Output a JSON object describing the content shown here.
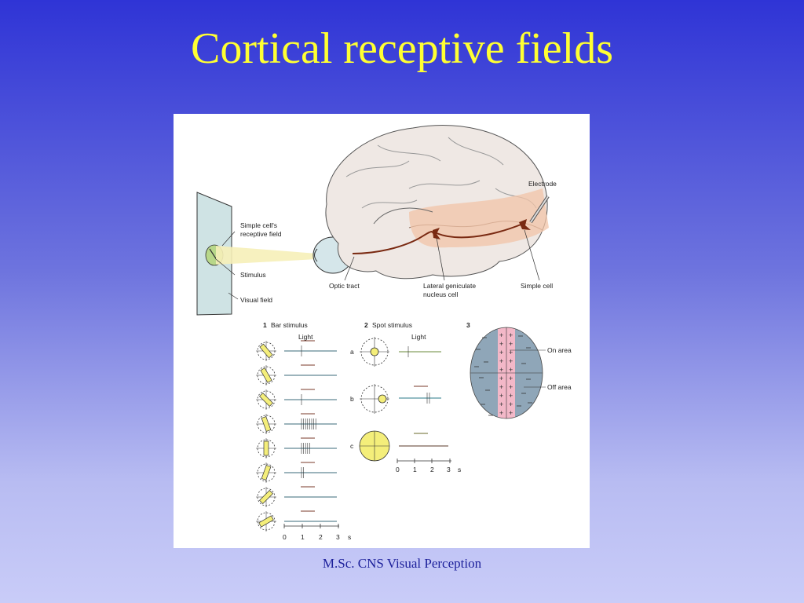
{
  "slide": {
    "title": "Cortical receptive fields",
    "footer": "M.Sc. CNS Visual Perception"
  },
  "figure": {
    "labels": {
      "electrode": "Electrode",
      "simple_cells_rf_1": "Simple cell's",
      "simple_cells_rf_2": "receptive field",
      "stimulus": "Stimulus",
      "visual_field": "Visual field",
      "optic_tract": "Optic tract",
      "lgn_1": "Lateral geniculate",
      "lgn_2": "nucleus cell",
      "simple_cell": "Simple cell"
    },
    "panel1": {
      "number": "1",
      "title": "Bar stimulus",
      "light_label": "Light",
      "ticks": [
        "0",
        "1",
        "2",
        "3",
        "s"
      ]
    },
    "panel2": {
      "number": "2",
      "title": "Spot stimulus",
      "light_label": "Light",
      "rows": [
        "a",
        "b",
        "c"
      ],
      "ticks": [
        "0",
        "1",
        "2",
        "3",
        "s"
      ]
    },
    "panel3": {
      "number": "3",
      "on_area": "On area",
      "off_area": "Off area"
    }
  },
  "colors": {
    "title": "#ffff33",
    "footer": "#1b1f9a",
    "bar_yellow": "#f4ee7a",
    "pathway": "#7a2a12",
    "highlight": "#f2c4a8",
    "on_area": "#f3b8c8",
    "off_area": "#8fa6b8"
  }
}
